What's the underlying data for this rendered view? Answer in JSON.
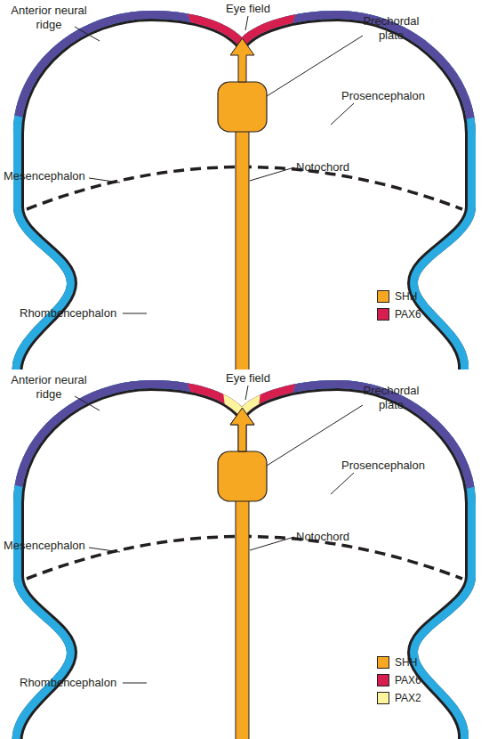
{
  "diagram": {
    "labels": [
      "Anterior neural ridge",
      "Eye field",
      "Prechordal plate",
      "Prosencephalon",
      "Notochord",
      "Mesencephalon",
      "Rhombencephalon",
      "Anterior neural ridge",
      "Eye field",
      "Prechordal plate",
      "Prosencephalon",
      "Notochord",
      "Mesencephalon",
      "Rhombencephalon"
    ],
    "legend": [
      {
        "text": "SHH",
        "color": "#f7a823"
      },
      {
        "text": "PAX6",
        "color": "#d71f4f"
      },
      {
        "text": "SHH",
        "color": "#f7a823"
      },
      {
        "text": "PAX6",
        "color": "#d71f4f"
      },
      {
        "text": "PAX2",
        "color": "#fbf49c"
      }
    ]
  }
}
